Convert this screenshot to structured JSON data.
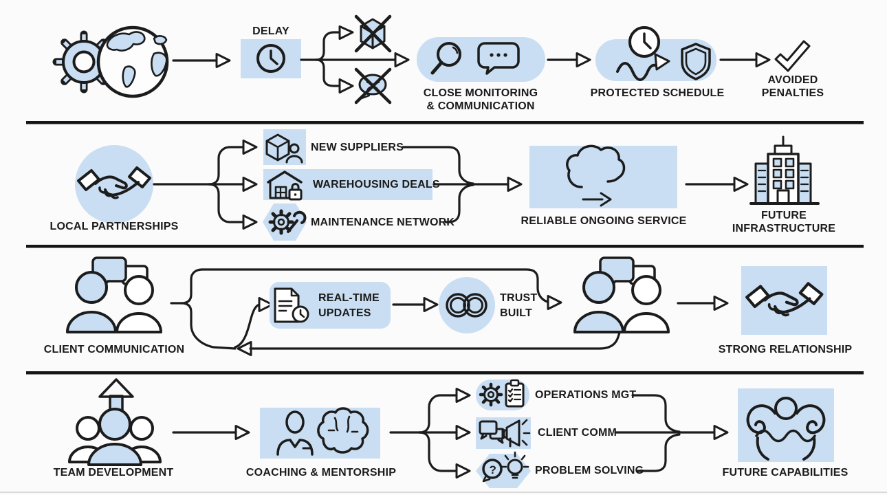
{
  "colors": {
    "accent": "#c9def2",
    "stroke": "#1c1c1c",
    "background": "#fbfbfb",
    "divider": "#151515"
  },
  "rows": [
    {
      "id": "delay-management",
      "nodes": {
        "source": {
          "icon": "gear-globe-icon"
        },
        "delay": {
          "label": "DELAY",
          "icon": "clock-icon"
        },
        "risk_top": {
          "icon": "crossed-shipment-icon"
        },
        "risk_bottom": {
          "icon": "crossed-complaint-icon"
        },
        "monitoring": {
          "label_line1": "CLOSE MONITORING",
          "label_line2": "& COMMUNICATION",
          "icons": [
            "magnifier-icon",
            "chat-dots-icon"
          ]
        },
        "schedule": {
          "label": "PROTECTED SCHEDULE",
          "icons": [
            "clock-icon",
            "wavy-arrow-icon",
            "shield-icon"
          ]
        },
        "outcome": {
          "label_line1": "AVOIDED",
          "label_line2": "PENALTIES",
          "icon": "checkmark-icon"
        }
      }
    },
    {
      "id": "local-partnerships",
      "nodes": {
        "source": {
          "label": "LOCAL PARTNERSHIPS",
          "icon": "handshake-icon"
        },
        "branch_1": {
          "label": "NEW SUPPLIERS",
          "icon": "package-person-icon"
        },
        "branch_2": {
          "label": "WAREHOUSING DEALS",
          "icon": "warehouse-lock-icon"
        },
        "branch_3": {
          "label": "MAINTENANCE NETWORK",
          "icon": "gear-wrench-icon"
        },
        "service": {
          "label": "RELIABLE ONGOING SERVICE",
          "icon": "cloud-arrow-icon"
        },
        "outcome": {
          "label_line1": "FUTURE",
          "label_line2": "INFRASTRUCTURE",
          "icon": "building-icon"
        }
      }
    },
    {
      "id": "client-communication",
      "nodes": {
        "source": {
          "label": "CLIENT COMMUNICATION",
          "icon": "people-chat-icon"
        },
        "updates": {
          "label_line1": "REAL-TIME",
          "label_line2": "UPDATES",
          "icon": "document-clock-icon"
        },
        "trust": {
          "label_line1": "TRUST",
          "label_line2": "BUILT",
          "icon": "rings-icon"
        },
        "dialogue": {
          "icon": "people-chat-icon"
        },
        "outcome": {
          "label": "STRONG RELATIONSHIP",
          "icon": "handshake-icon"
        }
      }
    },
    {
      "id": "team-development",
      "nodes": {
        "source": {
          "label": "TEAM DEVELOPMENT",
          "icon": "team-growth-icon"
        },
        "coaching": {
          "label": "COACHING & MENTORSHIP",
          "icons": [
            "mentor-icon",
            "brain-icon"
          ]
        },
        "branch_1": {
          "label": "OPERATIONS MGT",
          "icons": [
            "gear-icon",
            "checklist-icon"
          ]
        },
        "branch_2": {
          "label": "CLIENT COMM",
          "icons": [
            "chat-bubbles-icon",
            "megaphone-icon"
          ]
        },
        "branch_3": {
          "label": "PROBLEM SOLVING",
          "glyph": "?",
          "icons": [
            "question-bubble-icon",
            "lightbulb-icon"
          ]
        },
        "outcome": {
          "label": "FUTURE CAPABILITIES",
          "icon": "strength-icon"
        }
      }
    }
  ]
}
